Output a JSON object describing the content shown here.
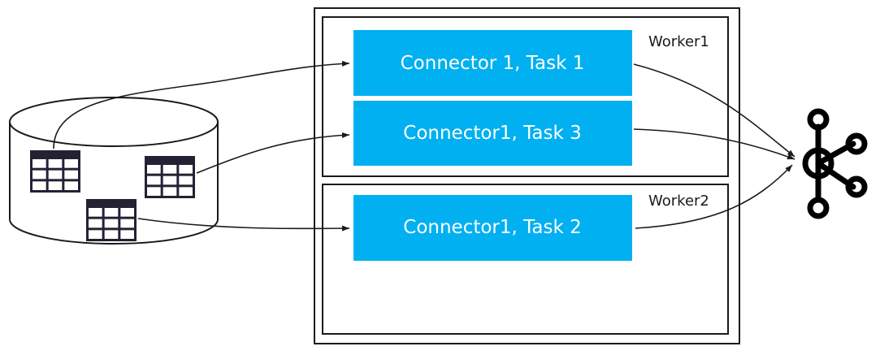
{
  "colors": {
    "task_fill": "#00b0f0",
    "outline": "#1a1a1a",
    "table_icon": "#232234",
    "kafka": "#000000"
  },
  "workers": [
    {
      "label": "Worker1",
      "tasks": [
        "Connector 1, Task 1",
        "Connector1, Task 3"
      ]
    },
    {
      "label": "Worker2",
      "tasks": [
        "Connector1, Task 2"
      ]
    }
  ],
  "icons": {
    "source": "database-icon",
    "tables": [
      "table-icon",
      "table-icon",
      "table-icon"
    ],
    "destination": "kafka-icon"
  }
}
